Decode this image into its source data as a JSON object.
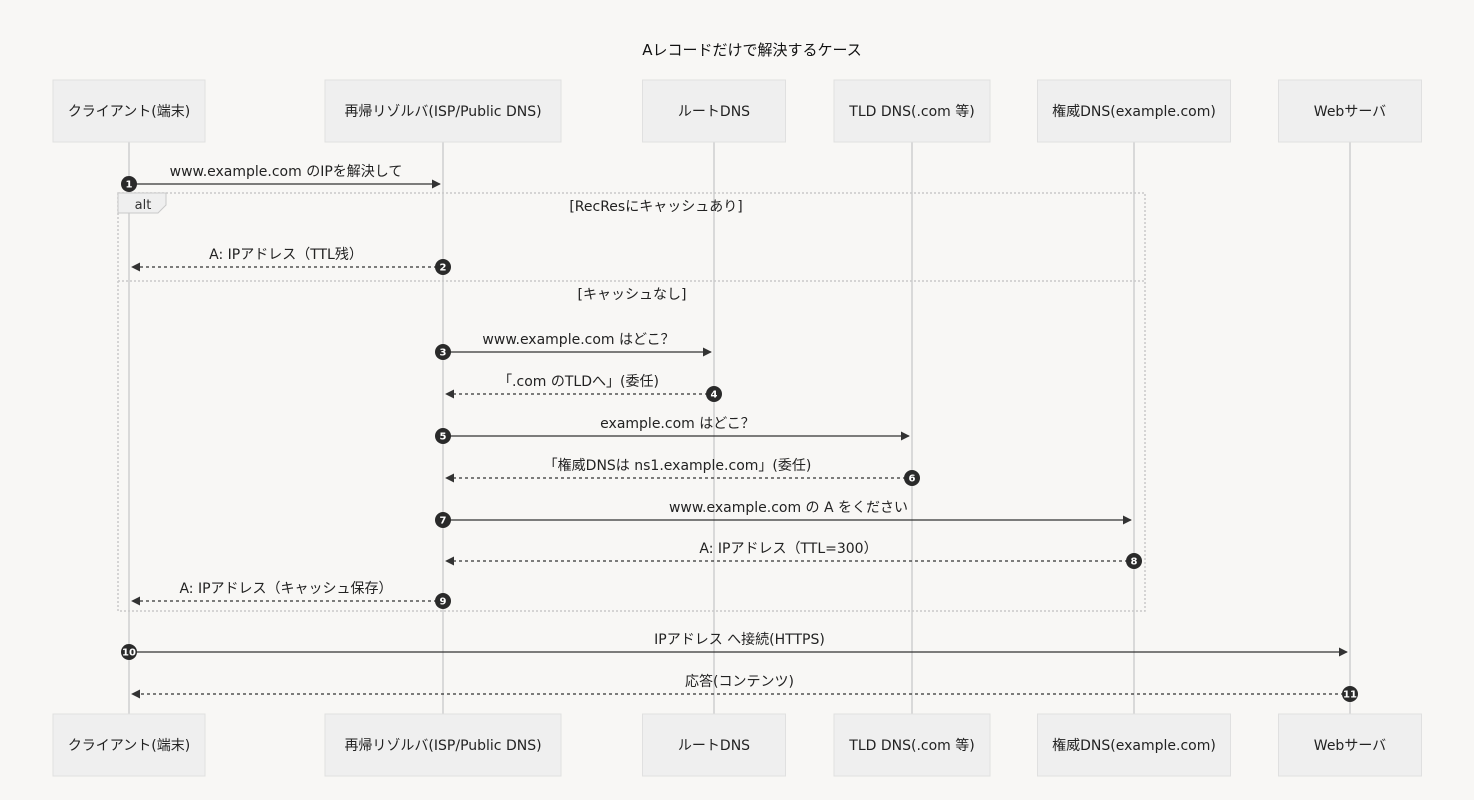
{
  "title": "Aレコードだけで解決するケース",
  "actors": [
    {
      "id": "client",
      "label": "クライアント(端末)"
    },
    {
      "id": "resolver",
      "label": "再帰リゾルバ(ISP/Public DNS)"
    },
    {
      "id": "root",
      "label": "ルートDNS"
    },
    {
      "id": "tld",
      "label": "TLD DNS(.com 等)"
    },
    {
      "id": "auth",
      "label": "権威DNS(example.com)"
    },
    {
      "id": "web",
      "label": "Webサーバ"
    }
  ],
  "alt": {
    "keyword": "alt",
    "conditions": [
      "[RecResにキャッシュあり]",
      "[キャッシュなし]"
    ]
  },
  "messages": [
    {
      "n": "1",
      "from": "client",
      "to": "resolver",
      "text": "www.example.com のIPを解決して",
      "dashed": false
    },
    {
      "n": "2",
      "from": "resolver",
      "to": "client",
      "text": "A: IPアドレス（TTL残）",
      "dashed": true
    },
    {
      "n": "3",
      "from": "resolver",
      "to": "root",
      "text": "www.example.com はどこ？",
      "dashed": false
    },
    {
      "n": "4",
      "from": "root",
      "to": "resolver",
      "text": "「.com のTLDへ」(委任)",
      "dashed": true
    },
    {
      "n": "5",
      "from": "resolver",
      "to": "tld",
      "text": "example.com はどこ？",
      "dashed": false
    },
    {
      "n": "6",
      "from": "tld",
      "to": "resolver",
      "text": "「権威DNSは ns1.example.com」(委任)",
      "dashed": true
    },
    {
      "n": "7",
      "from": "resolver",
      "to": "auth",
      "text": "www.example.com の A をください",
      "dashed": false
    },
    {
      "n": "8",
      "from": "auth",
      "to": "resolver",
      "text": "A: IPアドレス（TTL=300）",
      "dashed": true
    },
    {
      "n": "9",
      "from": "resolver",
      "to": "client",
      "text": "A: IPアドレス（キャッシュ保存）",
      "dashed": true
    },
    {
      "n": "10",
      "from": "client",
      "to": "web",
      "text": "IPアドレス へ接続(HTTPS)",
      "dashed": false
    },
    {
      "n": "11",
      "from": "web",
      "to": "client",
      "text": "応答(コンテンツ)",
      "dashed": true
    }
  ]
}
